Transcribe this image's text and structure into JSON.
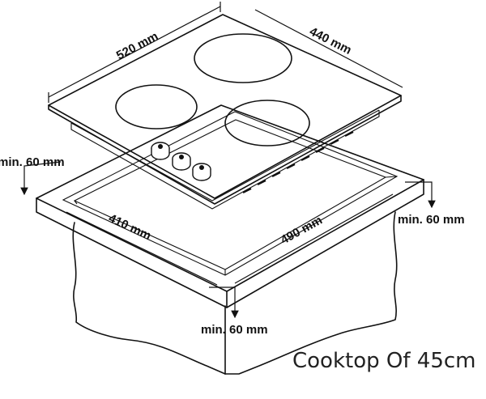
{
  "labels": {
    "width_top": "520 mm",
    "depth_top": "440 mm",
    "left_clearance": "min. 60 mm",
    "right_clearance": "min. 60 mm",
    "bottom_clearance": "min. 60 mm",
    "cutout_depth": "410 mm",
    "cutout_width": "490 mm"
  },
  "caption": "Cooktop Of 45cm"
}
